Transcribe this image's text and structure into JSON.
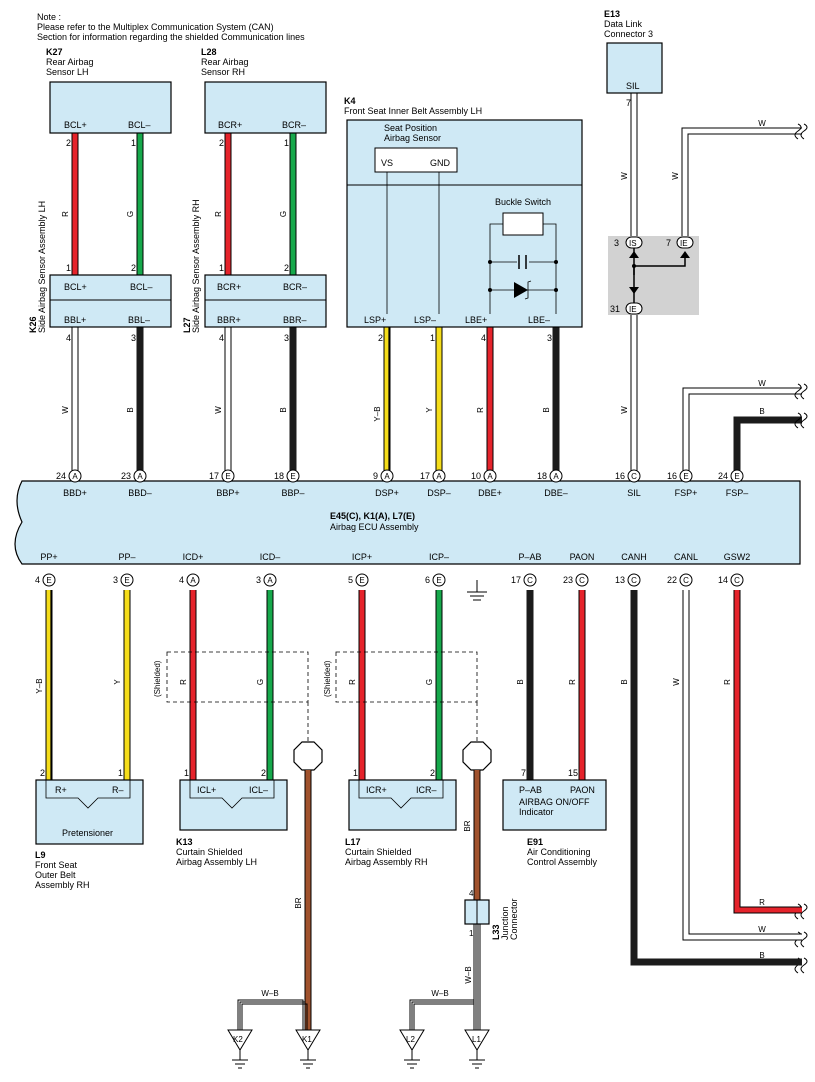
{
  "note": {
    "line1": "Note :",
    "line2": "Please refer to the Multiplex Communication System (CAN)",
    "line3": "Section for information regarding the shielded Communication lines"
  },
  "colors": {
    "red": "#e5232b",
    "green": "#16a84b",
    "black": "#1b1b1b",
    "yellow": "#f5dd1a",
    "white": "#ffffff",
    "brown": "#a0522d",
    "box": "#cfe9f5"
  },
  "components": {
    "k27": {
      "code": "K27",
      "name1": "Rear Airbag",
      "name2": "Sensor LH",
      "pin1": "BCL+",
      "pin2": "BCL–"
    },
    "l28": {
      "code": "L28",
      "name1": "Rear Airbag",
      "name2": "Sensor RH",
      "pin1": "BCR+",
      "pin2": "BCR–"
    },
    "k26": {
      "code": "K26",
      "name": "Side Airbag Sensor Assembly LH",
      "top1": "BCL+",
      "top2": "BCL–",
      "bot1": "BBL+",
      "bot2": "BBL–"
    },
    "l27": {
      "code": "L27",
      "name": "Side Airbag Sensor Assembly RH",
      "top1": "BCR+",
      "top2": "BCR–",
      "bot1": "BBR+",
      "bot2": "BBR–"
    },
    "k4": {
      "code": "K4",
      "name": "Front Seat Inner Belt Assembly LH",
      "sensor1": "Seat Position",
      "sensor2": "Airbag Sensor",
      "vs": "VS",
      "gnd": "GND",
      "buckle": "Buckle Switch",
      "p1": "LSP+",
      "p2": "LSP–",
      "p3": "LBE+",
      "p4": "LBE–"
    },
    "e13": {
      "code": "E13",
      "name1": "Data Link",
      "name2": "Connector 3",
      "pin": "SIL"
    },
    "ecu": {
      "title": "E45(C), K1(A), L7(E)",
      "name": "Airbag ECU Assembly",
      "top_pins": [
        "BBD+",
        "BBD–",
        "BBP+",
        "BBP–",
        "DSP+",
        "DSP–",
        "DBE+",
        "DBE–",
        "SIL",
        "FSP+",
        "FSP–"
      ],
      "bottom_pins": [
        "PP+",
        "PP–",
        "ICD+",
        "ICD–",
        "ICP+",
        "ICP–",
        "P–AB",
        "PAON",
        "CANH",
        "CANL",
        "GSW2"
      ]
    },
    "l9": {
      "code": "L9",
      "name1": "Front Seat",
      "name2": "Outer Belt",
      "name3": "Assembly RH",
      "p1": "R+",
      "p2": "R–",
      "label": "Pretensioner"
    },
    "k13": {
      "code": "K13",
      "name1": "Curtain Shielded",
      "name2": "Airbag Assembly LH",
      "p1": "ICL+",
      "p2": "ICL–"
    },
    "l17": {
      "code": "L17",
      "name1": "Curtain Shielded",
      "name2": "Airbag Assembly RH",
      "p1": "ICR+",
      "p2": "ICR–"
    },
    "e91": {
      "code": "E91",
      "name1": "Air Conditioning",
      "name2": "Control Assembly",
      "p1": "P–AB",
      "p2": "PAON",
      "ind1": "AIRBAG ON/OFF",
      "ind2": "Indicator"
    },
    "l33": {
      "code": "L33",
      "name1": "Junction",
      "name2": "Connector"
    }
  },
  "labels": {
    "shielded": "(Shielded)",
    "wire": {
      "R": "R",
      "G": "G",
      "W": "W",
      "B": "B",
      "Y": "Y",
      "YB": "Y–B",
      "BR": "BR",
      "WB": "W–B"
    },
    "connector": {
      "A": "A",
      "C": "C",
      "E": "E"
    },
    "junction": {
      "IS": "IS",
      "IE": "IE"
    },
    "grounds": [
      "K2",
      "K1",
      "L2",
      "L1"
    ],
    "pin_numbers": {
      "k27": [
        "2",
        "1"
      ],
      "l28": [
        "2",
        "1"
      ],
      "k26_top": [
        "1",
        "2"
      ],
      "l27_top": [
        "1",
        "2"
      ],
      "k26_bot": [
        "4",
        "3"
      ],
      "l27_bot": [
        "4",
        "3"
      ],
      "k4": [
        "2",
        "1",
        "4",
        "3"
      ],
      "e13": "7",
      "jcn": [
        "3",
        "7",
        "31"
      ],
      "ecu_top": [
        "24",
        "23",
        "17",
        "18",
        "9",
        "17",
        "10",
        "18",
        "16",
        "16",
        "24"
      ],
      "ecu_bottom": [
        "4",
        "3",
        "4",
        "3",
        "5",
        "6",
        "17",
        "23",
        "13",
        "22",
        "14"
      ],
      "l9": [
        "2",
        "1"
      ],
      "k13": [
        "1",
        "2"
      ],
      "l17": [
        "1",
        "2"
      ],
      "e91": [
        "7",
        "15"
      ],
      "l33": [
        "4",
        "1"
      ]
    }
  }
}
